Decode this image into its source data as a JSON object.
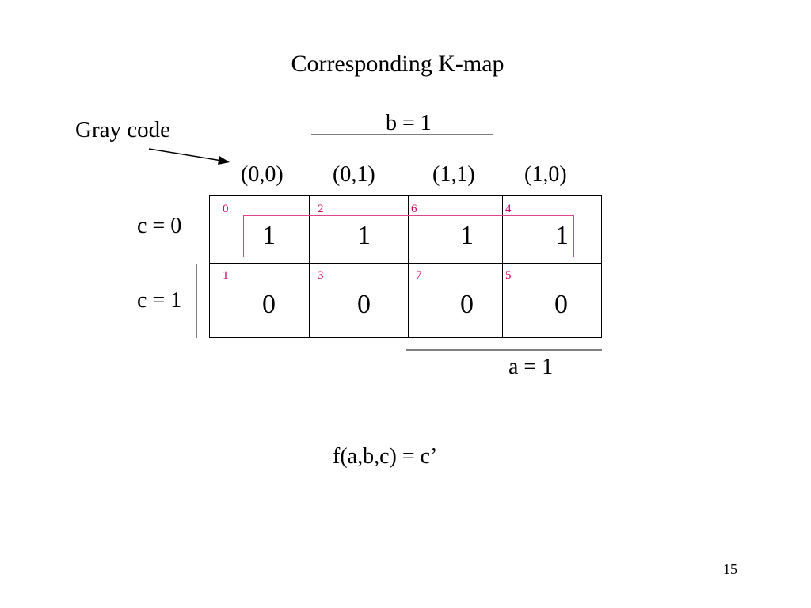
{
  "title": "Corresponding K-map",
  "gray_code_label": "Gray code",
  "b_label": "b = 1",
  "a_label": "a = 1",
  "column_headers": [
    "(0,0)",
    "(0,1)",
    "(1,1)",
    "(1,0)"
  ],
  "row_headers": [
    "c = 0",
    "c = 1"
  ],
  "cells": {
    "row0": [
      {
        "index": "0",
        "value": "1"
      },
      {
        "index": "2",
        "value": "1"
      },
      {
        "index": "6",
        "value": "1"
      },
      {
        "index": "4",
        "value": "1"
      }
    ],
    "row1": [
      {
        "index": "1",
        "value": "0"
      },
      {
        "index": "3",
        "value": "0"
      },
      {
        "index": "7",
        "value": "0"
      },
      {
        "index": "5",
        "value": "0"
      }
    ]
  },
  "formula": "f(a,b,c) = c’",
  "page_number": "15",
  "colors": {
    "index_text": "#cc0066",
    "group_border": "#e0448a",
    "lines": "#000000"
  }
}
